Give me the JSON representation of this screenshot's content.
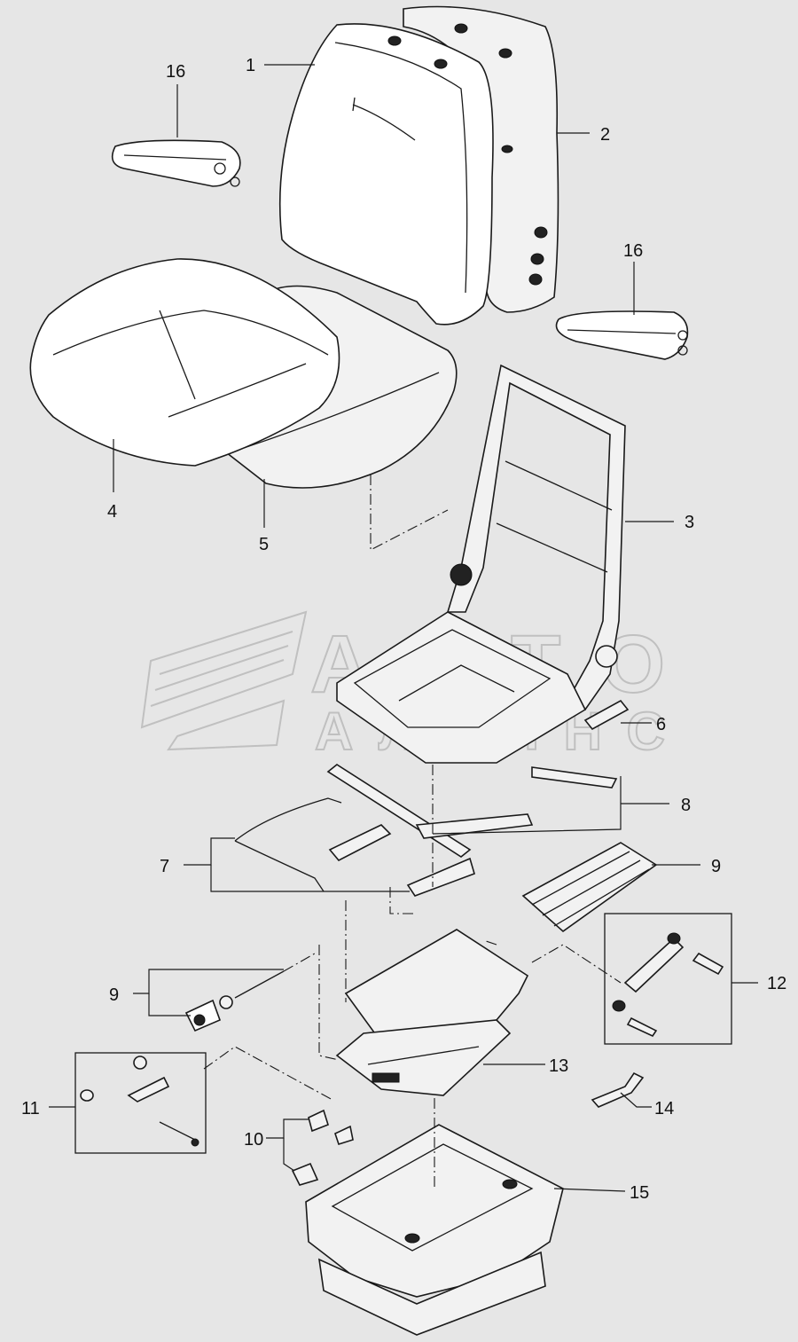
{
  "callouts": {
    "c1": "1",
    "c2": "2",
    "c3": "3",
    "c4": "4",
    "c5": "5",
    "c6": "6",
    "c7": "7",
    "c8": "8",
    "c9a": "9",
    "c9b": "9",
    "c10": "10",
    "c11": "11",
    "c12": "12",
    "c13": "13",
    "c14": "14",
    "c15": "15",
    "c16a": "16",
    "c16b": "16"
  },
  "watermark": {
    "line1": "АВТО",
    "line2": "АЛЬЯНС"
  }
}
